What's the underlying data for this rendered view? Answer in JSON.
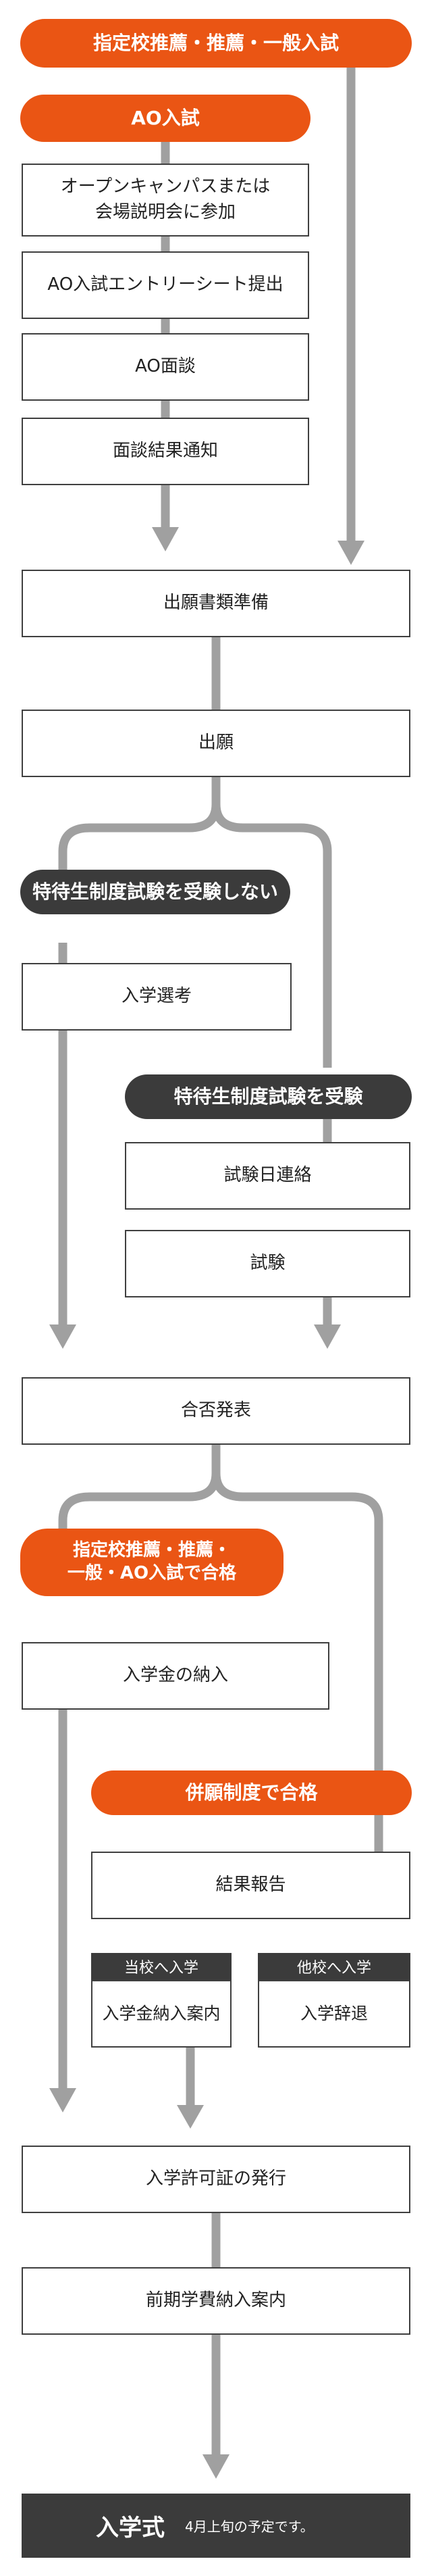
{
  "header_pill": "指定校推薦・推薦・一般入試",
  "ao_pill": "AO入試",
  "ao_steps": {
    "campus": "オープンキャンパスまたは\n会場説明会に参加",
    "entry": "AO入試エントリーシート提出",
    "interview": "AO面談",
    "result_notice": "面談結果通知"
  },
  "main_steps": {
    "documents": "出願書類準備",
    "application": "出願"
  },
  "no_scholarship_pill": "特待生制度試験を受験しない",
  "selection_box": "入学選考",
  "scholarship_pill": "特待生制度試験を受験",
  "scholarship_steps": {
    "exam_date": "試験日連絡",
    "exam": "試験"
  },
  "announcement_box": "合否発表",
  "pass_pill": "指定校推薦・推薦・\n一般・AO入試で合格",
  "fee_box": "入学金の納入",
  "combined_pill": "併願制度で合格",
  "report_box": "結果報告",
  "this_school_tag": "当校へ入学",
  "fee_guide_box": "入学金納入案内",
  "other_school_tag": "他校へ入学",
  "withdraw_box": "入学辞退",
  "permit_box": "入学許可証の発行",
  "tuition_box": "前期学費納入案内",
  "ceremony": {
    "title": "入学式",
    "note": "4月上旬の予定です。"
  },
  "colors": {
    "orange": "#ea5514",
    "dark": "#3b3b3b",
    "line": "#a0a0a0",
    "border": "#3f3f3f"
  }
}
